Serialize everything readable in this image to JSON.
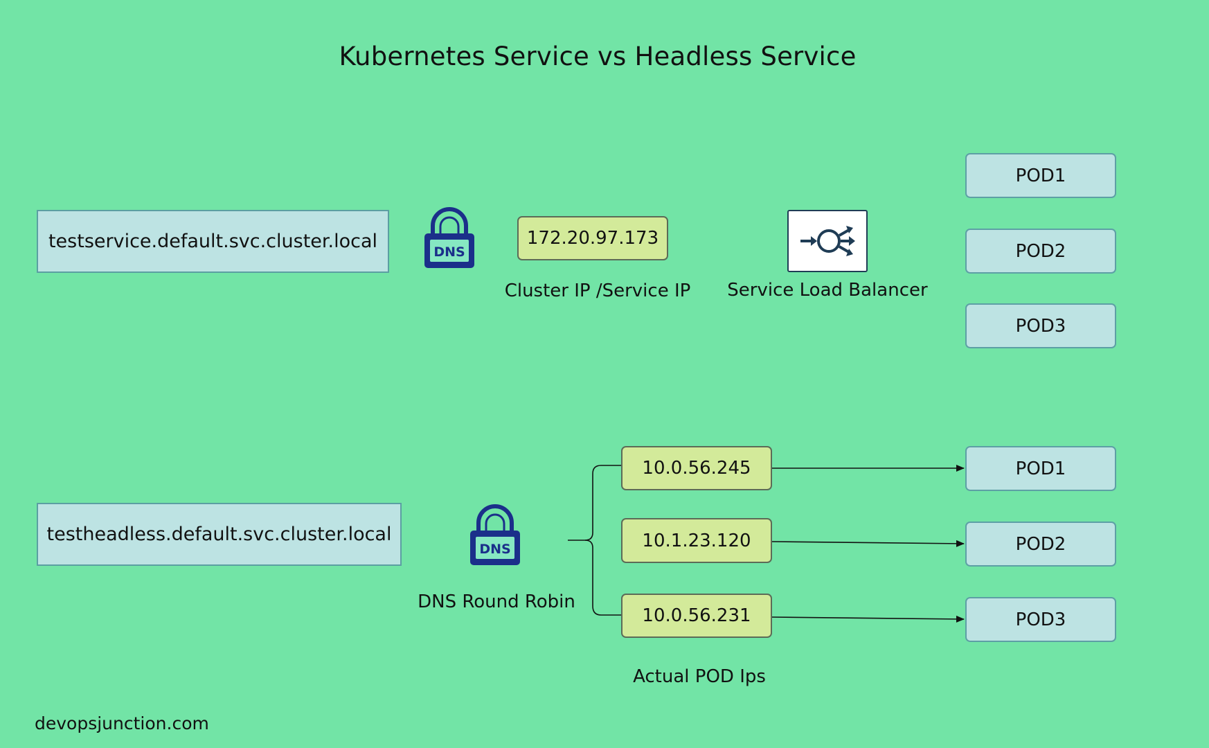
{
  "title": "Kubernetes Service vs Headless Service",
  "service": {
    "dns_name": "testservice.default.svc.cluster.local",
    "dns_icon_text": "DNS",
    "cluster_ip": "172.20.97.173",
    "cluster_ip_label": "Cluster IP /Service IP",
    "load_balancer_label": "Service Load Balancer",
    "pods": [
      "POD1",
      "POD2",
      "POD3"
    ]
  },
  "headless": {
    "dns_name": "testheadless.default.svc.cluster.local",
    "dns_icon_text": "DNS",
    "dns_label": "DNS Round Robin",
    "pod_ips": [
      "10.0.56.245",
      "10.1.23.120",
      "10.0.56.231"
    ],
    "pod_ips_label": "Actual POD Ips",
    "pods": [
      "POD1",
      "POD2",
      "POD3"
    ]
  },
  "footer": "devopsjunction.com",
  "colors": {
    "background": "#72e4a6",
    "service_box": "#bde3e3",
    "ip_box": "#d3ea9a",
    "pod_box": "#bde3e3",
    "dns_icon": "#1b2f8a",
    "load_balancer_icon": "#1f3c55"
  }
}
